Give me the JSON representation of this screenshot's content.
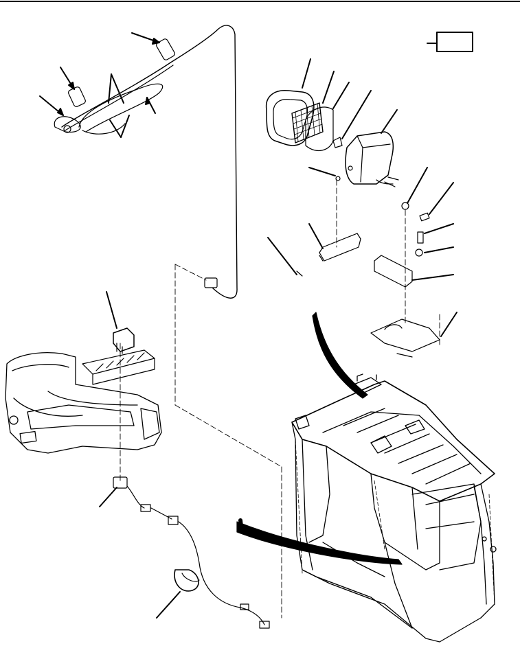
{
  "figure": {
    "description_text": "",
    "callouts_printed": false,
    "line_color": "#000000",
    "background_color": "#ffffff",
    "icons": [
      "frame-corner-icon",
      "work-light-assembly",
      "rocker-switch",
      "wiring-harness",
      "cab-frame",
      "console-panel"
    ]
  }
}
